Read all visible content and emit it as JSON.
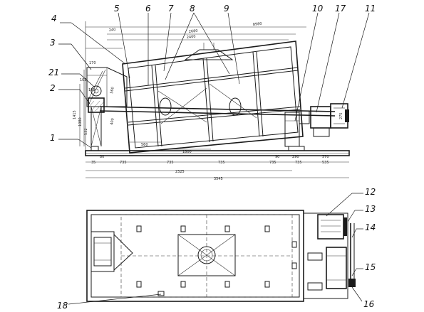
{
  "callouts": [
    "1",
    "2",
    "3",
    "4",
    "5",
    "6",
    "7",
    "8",
    "9",
    "10",
    "11",
    "12",
    "13",
    "14",
    "15",
    "16",
    "17",
    "18",
    "21"
  ],
  "dims": {
    "top_8980": "8980",
    "top_2680": "2680",
    "top_2400": "2400",
    "top_240": "240",
    "left_170": "170",
    "left_103": "103",
    "left_180": "180",
    "left_1415": "1415",
    "left_1080": "1080",
    "left_532": "532",
    "left_560": "560",
    "body_400": "400",
    "body_560": "560",
    "body_1800": "1800",
    "right_275": "275",
    "right_80": "80",
    "base_90": "90",
    "base_290": "290",
    "base_570": "570",
    "row_735a": "735",
    "row_735b": "735",
    "row_735c": "735",
    "row_735d": "735",
    "row_735e": "735",
    "row_535": "535",
    "row_35": "35",
    "row_2325": "2325",
    "row_3545": "3545"
  }
}
